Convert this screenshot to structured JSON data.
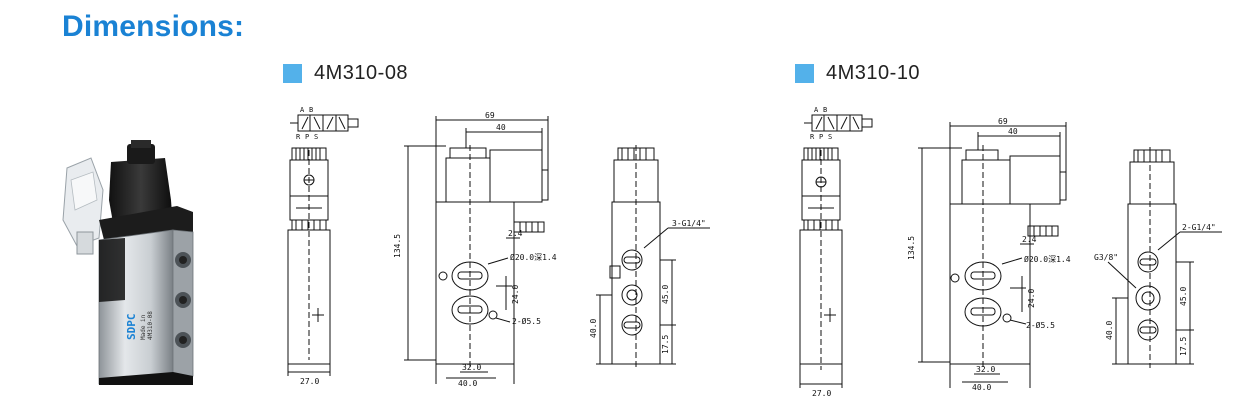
{
  "title": "Dimensions:",
  "accent_color": "#1a82d4",
  "swatch_color": "#53b1ea",
  "product": {
    "brand": "SDPC",
    "label_line1": "Made in",
    "label_line2": "4M310-08"
  },
  "models": [
    {
      "name": "4M310-08",
      "symbol": {
        "a": "A",
        "b": "B",
        "r": "R",
        "p": "P",
        "s": "S"
      },
      "dims": {
        "width": "27.0",
        "overall_width": "69",
        "solenoid_width": "40",
        "height": "134.5",
        "offset": "2.4",
        "port_dia": "Ø20.0深1.4",
        "hole_spacing": "24.0",
        "mount": "2-Ø5.5",
        "base_inner": "32.0",
        "base_outer": "40.0",
        "ports": "3-G1/4\"",
        "port_pitch": "45.0",
        "port_height": "40.0",
        "port_bottom": "17.5"
      }
    },
    {
      "name": "4M310-10",
      "symbol": {
        "a": "A",
        "b": "B",
        "r": "R",
        "p": "P",
        "s": "S"
      },
      "dims": {
        "width": "27.0",
        "overall_width": "69",
        "solenoid_width": "40",
        "height": "134.5",
        "offset": "2.4",
        "port_dia": "Ø20.0深1.4",
        "hole_spacing": "24.0",
        "mount": "2-Ø5.5",
        "base_inner": "32.0",
        "base_outer": "40.0",
        "ports": "2-G1/4\"",
        "inlet": "G3/8\"",
        "port_pitch": "45.0",
        "port_height": "40.0",
        "port_bottom": "17.5"
      }
    }
  ]
}
